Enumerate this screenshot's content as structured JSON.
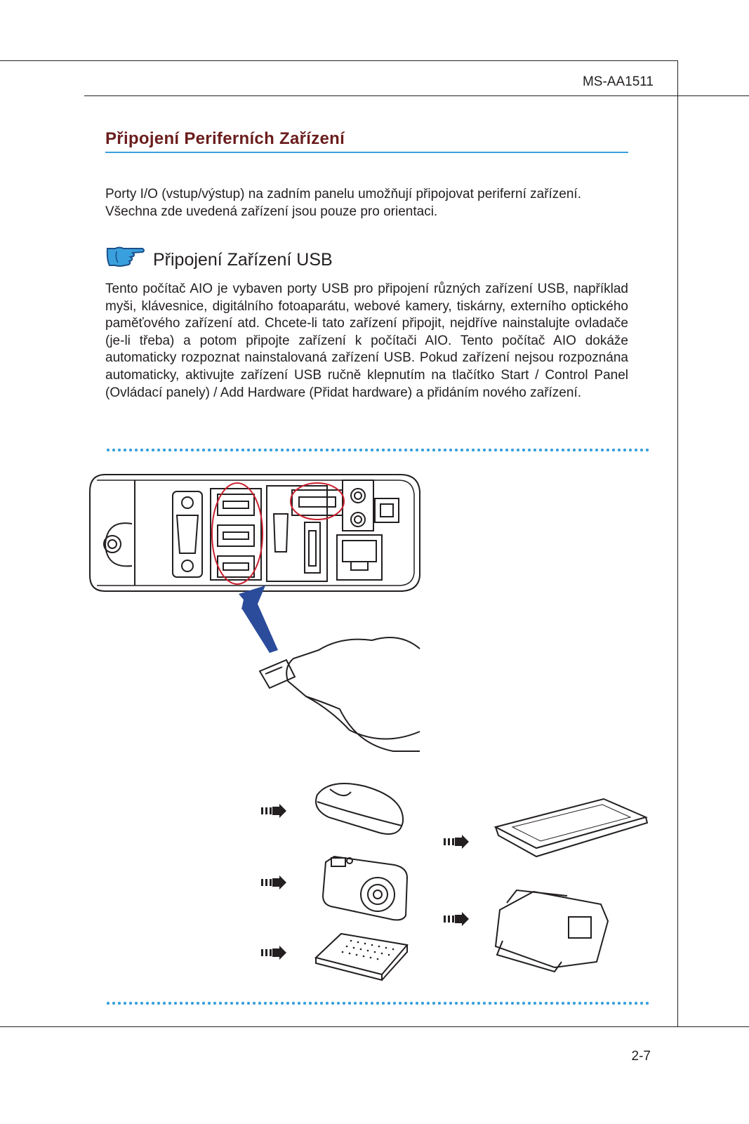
{
  "header": {
    "model": "MS-AA1511"
  },
  "section_title": "Připojení Periferních Zařízení",
  "intro": "Porty I/O (vstup/výstup) na zadním panelu umožňují připojovat periferní zařízení. Všechna zde uvedená zařízení jsou pouze pro orientaci.",
  "subsection": {
    "icon": "pointing-hand-icon",
    "title": "Připojení Zařízení USB"
  },
  "body": "Tento počítač AIO je vybaven porty USB pro připojení různých zařízení USB, například myši, klávesnice, digitálního fotoaparátu, webové kamery, tiskárny, externího optického paměťového zařízení atd. Chcete-li tato zařízení připojit, nejdříve nainstalujte ovladače (je-li třeba) a potom připojte zařízení k počítači AIO. Tento počítač AIO dokáže automaticky rozpoznat nainstalovaná zařízení USB. Pokud zařízení nejsou rozpoznána automaticky, aktivujte zařízení USB ručně klepnutím na tlačítko Start / Control Panel (Ovládací panely) / Add Hardware (Přidat hardware) a přidáním nového zařízení.",
  "illustration": {
    "accent": "#3aa0dd",
    "highlight": "#c8202f",
    "arrow": "#2b4c9b",
    "devices": [
      "mouse",
      "digital-camera",
      "external-drive",
      "keyboard",
      "printer"
    ]
  },
  "footer": {
    "page_number": "2-7"
  }
}
